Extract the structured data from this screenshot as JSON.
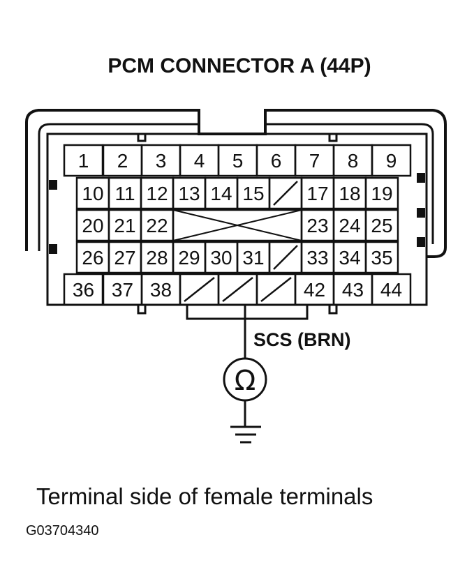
{
  "title": "PCM CONNECTOR A (44P)",
  "wire_label": "SCS (BRN)",
  "meter_symbol": "Ω",
  "caption": "Terminal side of female terminals",
  "figure_code": "G03704340",
  "terminals": {
    "row1": [
      "1",
      "2",
      "3",
      "4",
      "5",
      "6",
      "7",
      "8",
      "9"
    ],
    "row2": [
      "10",
      "11",
      "12",
      "13",
      "14",
      "15",
      "",
      "17",
      "18",
      "19"
    ],
    "row3": [
      "20",
      "21",
      "22",
      "",
      "23",
      "24",
      "25"
    ],
    "row4": [
      "26",
      "27",
      "28",
      "29",
      "30",
      "31",
      "",
      "33",
      "34",
      "35"
    ],
    "row5": [
      "36",
      "37",
      "38",
      "",
      "",
      "",
      "42",
      "43",
      "44"
    ]
  },
  "empty_cavities": [
    "16",
    "32",
    "39",
    "40",
    "41"
  ],
  "probe_terminal": "40"
}
